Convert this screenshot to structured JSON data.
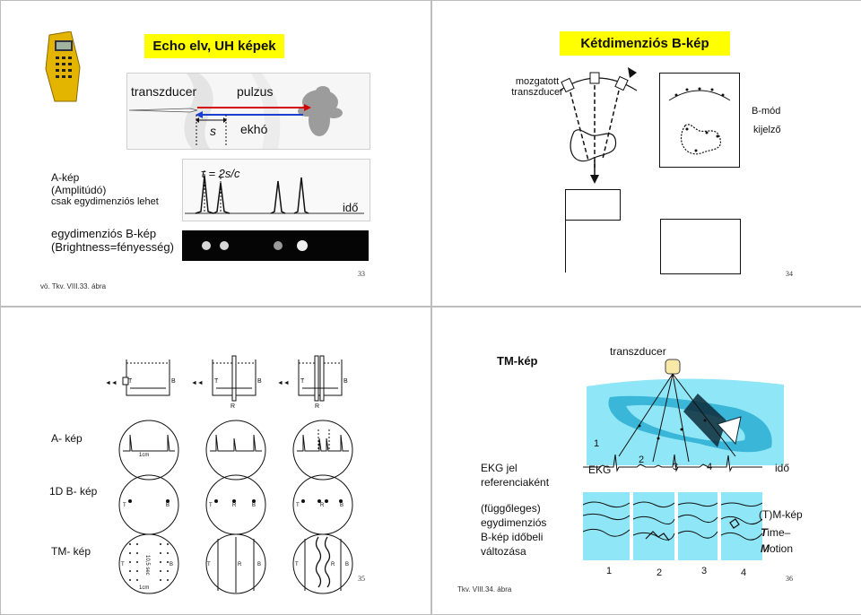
{
  "slide33": {
    "title": "Echo elv, UH képek",
    "labels": {
      "transducer": "transzducer",
      "pulse": "pulzus",
      "s": "s",
      "echo": "ekhó",
      "tau": "τ = 2s/c",
      "time": "idő"
    },
    "a_mode": {
      "line1": "A-kép",
      "line2": "(Amplitúdó)",
      "line3": "csak egydimenziós lehet"
    },
    "b_mode": {
      "line1": "egydimenziós B-kép",
      "line2": "(Brightness=fényesség)"
    },
    "footnote": "vö. Tkv. VIII.33. ábra",
    "page": "33"
  },
  "slide34": {
    "title": "Kétdimenziós B-kép",
    "moving_transducer": "mozgatott\ntranszducer",
    "bmode_label1": "B-mód",
    "bmode_label2": "kijelző",
    "page": "34"
  },
  "slide35": {
    "rows": [
      "A- kép",
      "1D B- kép",
      "TM- kép"
    ],
    "icons": {
      "T": "T",
      "B": "B",
      "R": "R",
      "scale": "1cm",
      "scale2": "1cm",
      "time": "10,5 sec"
    },
    "page": "35"
  },
  "slide36": {
    "title": "TM-kép",
    "transducer": "transzducer",
    "ekg_text1": "EKG jel",
    "ekg_text2": "referenciaként",
    "desc1": "(függőleges)",
    "desc2": "egydimenziós",
    "desc3": "B-kép időbeli",
    "desc4": "változása",
    "ekg": "EKG",
    "time": "idő",
    "num1": "1",
    "ekg_nums": [
      "2",
      "3",
      "4"
    ],
    "bottom_nums": [
      "1",
      "2",
      "3",
      "4"
    ],
    "tm1": "(T)M-kép",
    "tm2a": "T",
    "tm2b": "ime–",
    "tm3a": "M",
    "tm3b": "otion",
    "footnote": "Tkv. VIII.34. ábra",
    "page": "36"
  }
}
